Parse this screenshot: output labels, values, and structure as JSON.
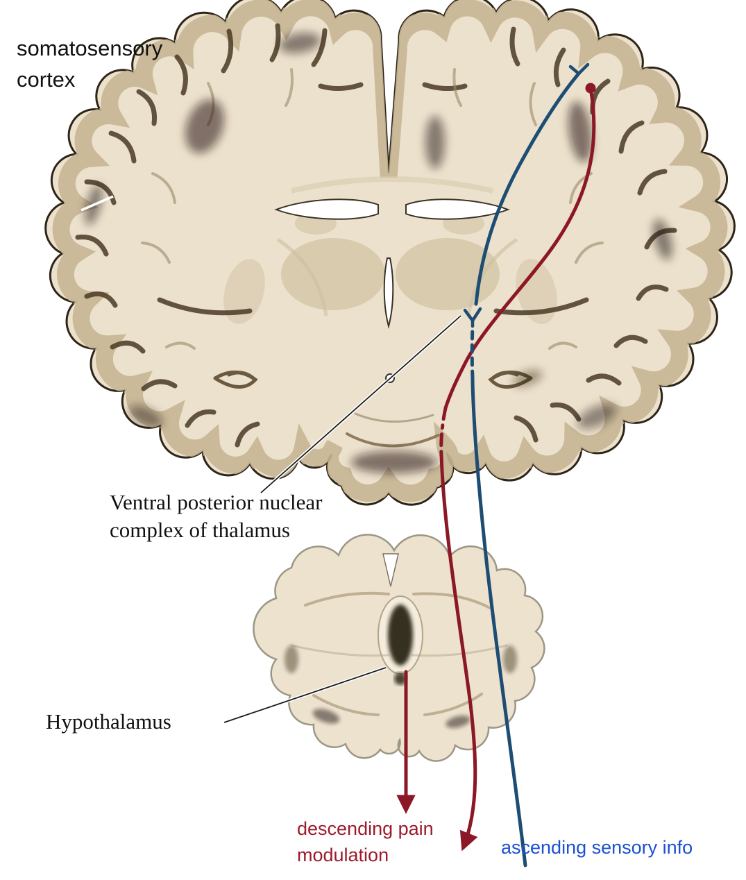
{
  "labels": {
    "cortex": {
      "line1": "somatosensory",
      "line2": "cortex"
    },
    "thalamus": {
      "line1": "Ventral posterior nuclear",
      "line2": "complex of thalamus"
    },
    "hypothalamus": {
      "text": "Hypothalamus"
    },
    "descending": {
      "line1": "descending pain",
      "line2": "modulation"
    },
    "ascending": {
      "text": "ascending sensory info"
    }
  },
  "colors": {
    "label-black": "#111111",
    "label-red": "#9c1b2b",
    "label-blue": "#1b50d1",
    "line-red": "#8c1726",
    "line-blue": "#1e4d74",
    "brain-fill": "#ece1cc",
    "brain-ribbon": "#c7b695",
    "brain-outline": "#2e2519",
    "sulci-brown": "#4a3a26",
    "deep-gray": "#d6c7a8",
    "ventricle-white": "#ffffff"
  }
}
